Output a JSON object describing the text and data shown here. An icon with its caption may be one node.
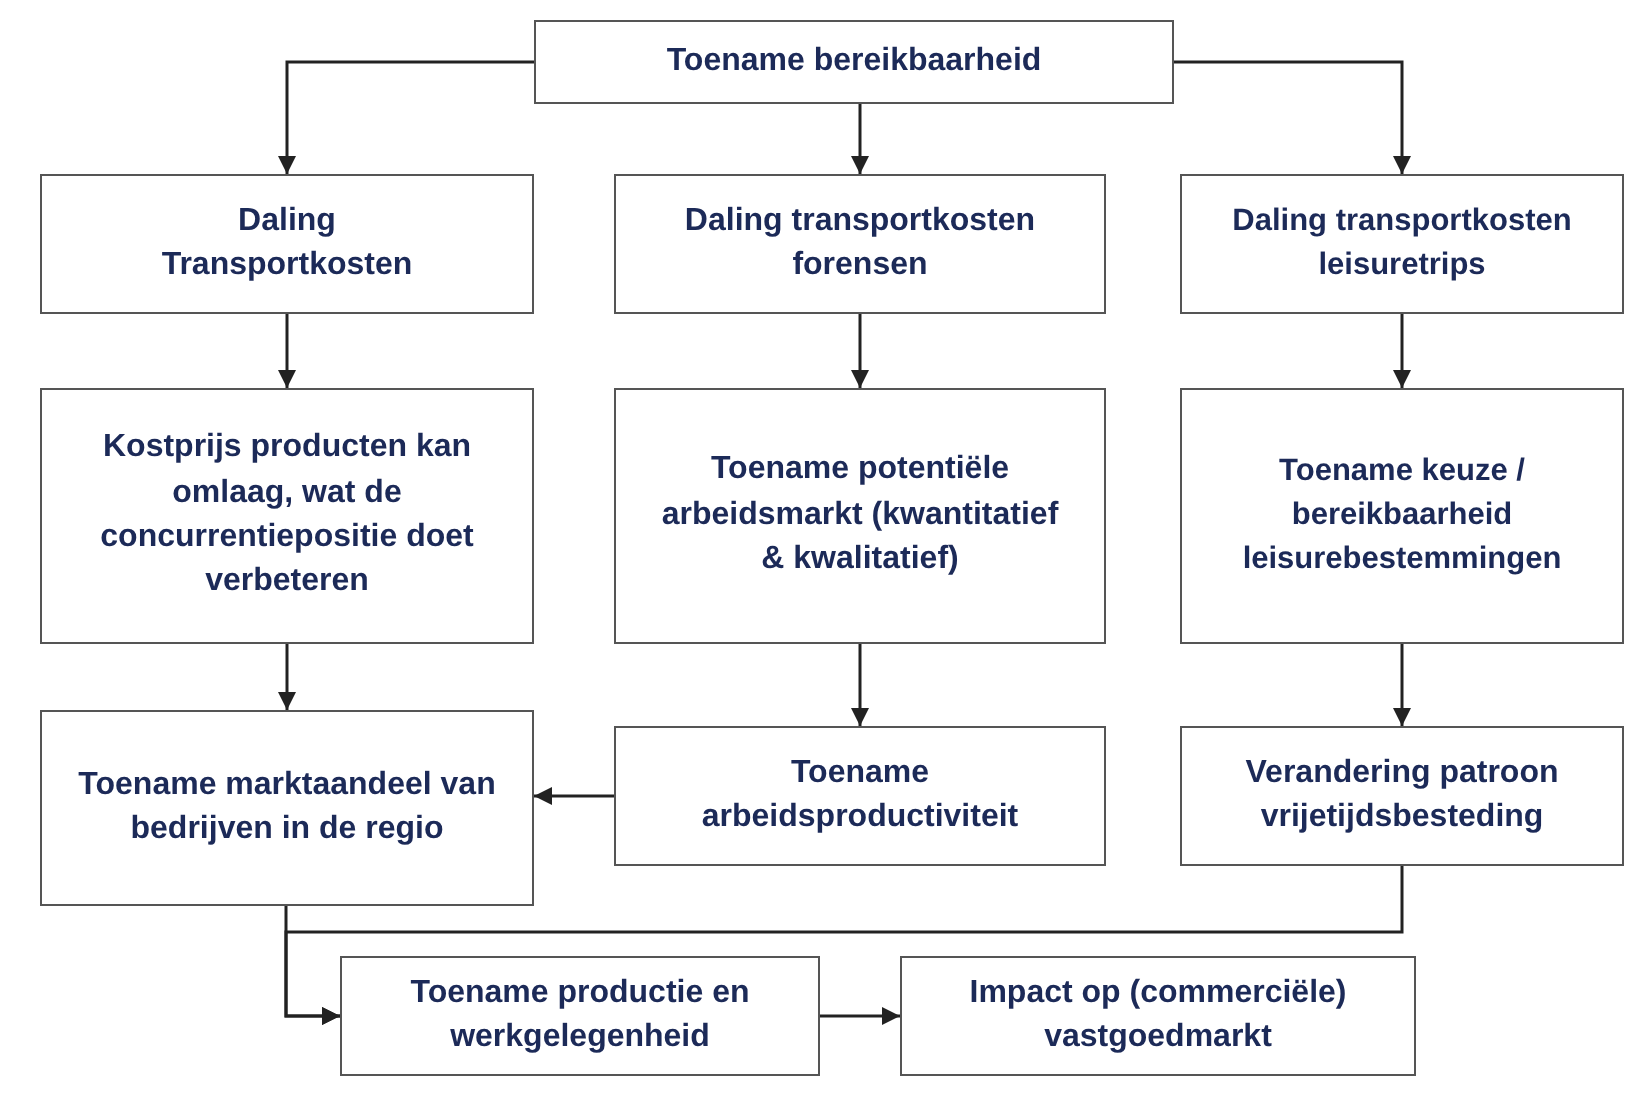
{
  "diagram": {
    "nodes": [
      {
        "text": [
          "Toename bereikbaarheid"
        ]
      },
      {
        "text": [
          "Daling Transportkosten"
        ]
      },
      {
        "text": [
          "Daling transportkosten forensen"
        ]
      },
      {
        "text": [
          "Daling transportkosten leisuretrips"
        ]
      },
      {
        "text": [
          "Kostprijs producten kan omlaag, wat de concurrentiepositie doet verbeteren"
        ]
      },
      {
        "text": [
          "Toename potentiële arbeidsmarkt (kwantitatief & kwalitatief)"
        ]
      },
      {
        "text": [
          "Toename keuze / bereikbaarheid leisurebestemmingen"
        ]
      },
      {
        "text": [
          "Toename marktaandeel van bedrijven in de regio"
        ]
      },
      {
        "text": [
          "Toename arbeidsproductiviteit"
        ]
      },
      {
        "text": [
          "Verandering patroon vrijetijdsbesteding"
        ]
      },
      {
        "text": [
          "Toename productie en werkgelegenheid"
        ]
      },
      {
        "text": [
          "Impact op (commerciële) vastgoedmarkt"
        ]
      }
    ],
    "edges": [
      {
        "from": 0,
        "to": 1,
        "arrow": "to"
      },
      {
        "from": 0,
        "to": 2,
        "arrow": "to"
      },
      {
        "from": 0,
        "to": 3,
        "arrow": "to"
      },
      {
        "from": 1,
        "to": 4,
        "arrow": "to"
      },
      {
        "from": 2,
        "to": 5,
        "arrow": "to"
      },
      {
        "from": 3,
        "to": 6,
        "arrow": "to"
      },
      {
        "from": 4,
        "to": 7,
        "arrow": "to"
      },
      {
        "from": 5,
        "to": 8,
        "arrow": "to"
      },
      {
        "from": 6,
        "to": 9,
        "arrow": "to"
      },
      {
        "from": 8,
        "to": 7,
        "arrow": "to"
      },
      {
        "from": 7,
        "to": 10,
        "arrow": "to"
      },
      {
        "from": 9,
        "to": 10,
        "arrow": "to"
      },
      {
        "from": 10,
        "to": 11,
        "arrow": "to"
      }
    ]
  }
}
